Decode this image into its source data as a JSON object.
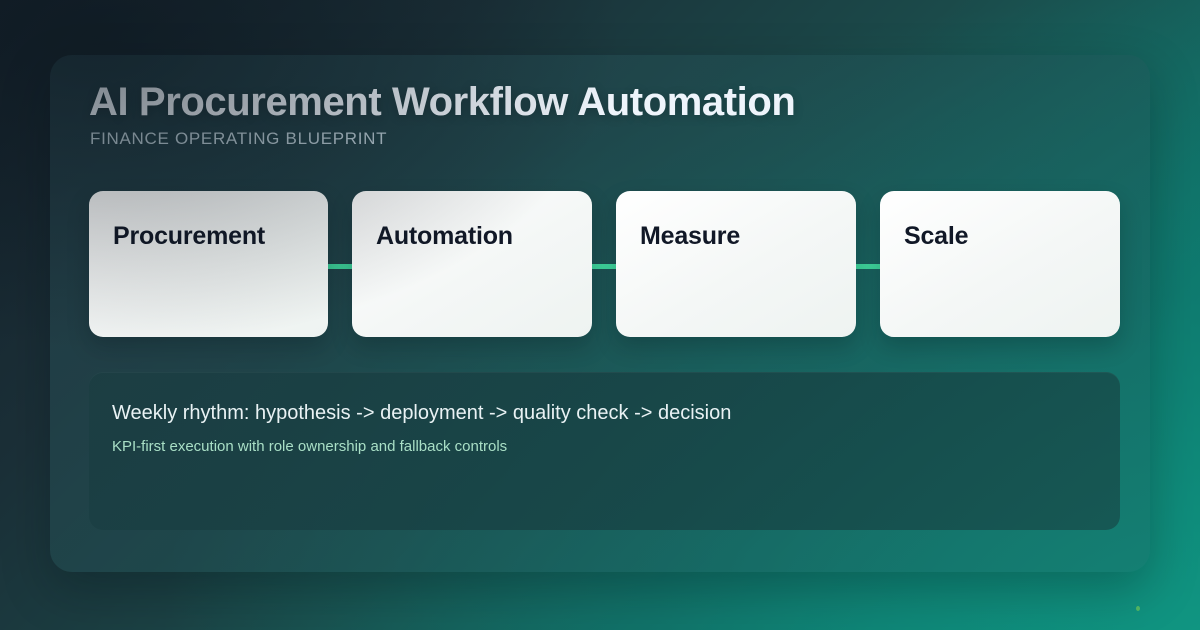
{
  "header": {
    "title": "AI Procurement Workflow Automation",
    "subtitle": "FINANCE OPERATING BLUEPRINT"
  },
  "steps": [
    {
      "label": "Procurement"
    },
    {
      "label": "Automation"
    },
    {
      "label": "Measure"
    },
    {
      "label": "Scale"
    }
  ],
  "note": {
    "primary": "Weekly rhythm: hypothesis -> deployment -> quality check -> decision",
    "secondary": "KPI-first execution with role ownership and fallback controls"
  },
  "colors": {
    "connector": "#3ed39b",
    "card_surface": "#f4f7f6",
    "card_text": "#111827",
    "title_text": "#eef4fb",
    "subtitle_text": "#b9cbd4",
    "note_primary_text": "#e9f2f4",
    "note_secondary_text": "#a9dfc6",
    "background_dark": "#16222c",
    "background_teal": "#0f8274",
    "accent_dot": "#5cb85c"
  }
}
